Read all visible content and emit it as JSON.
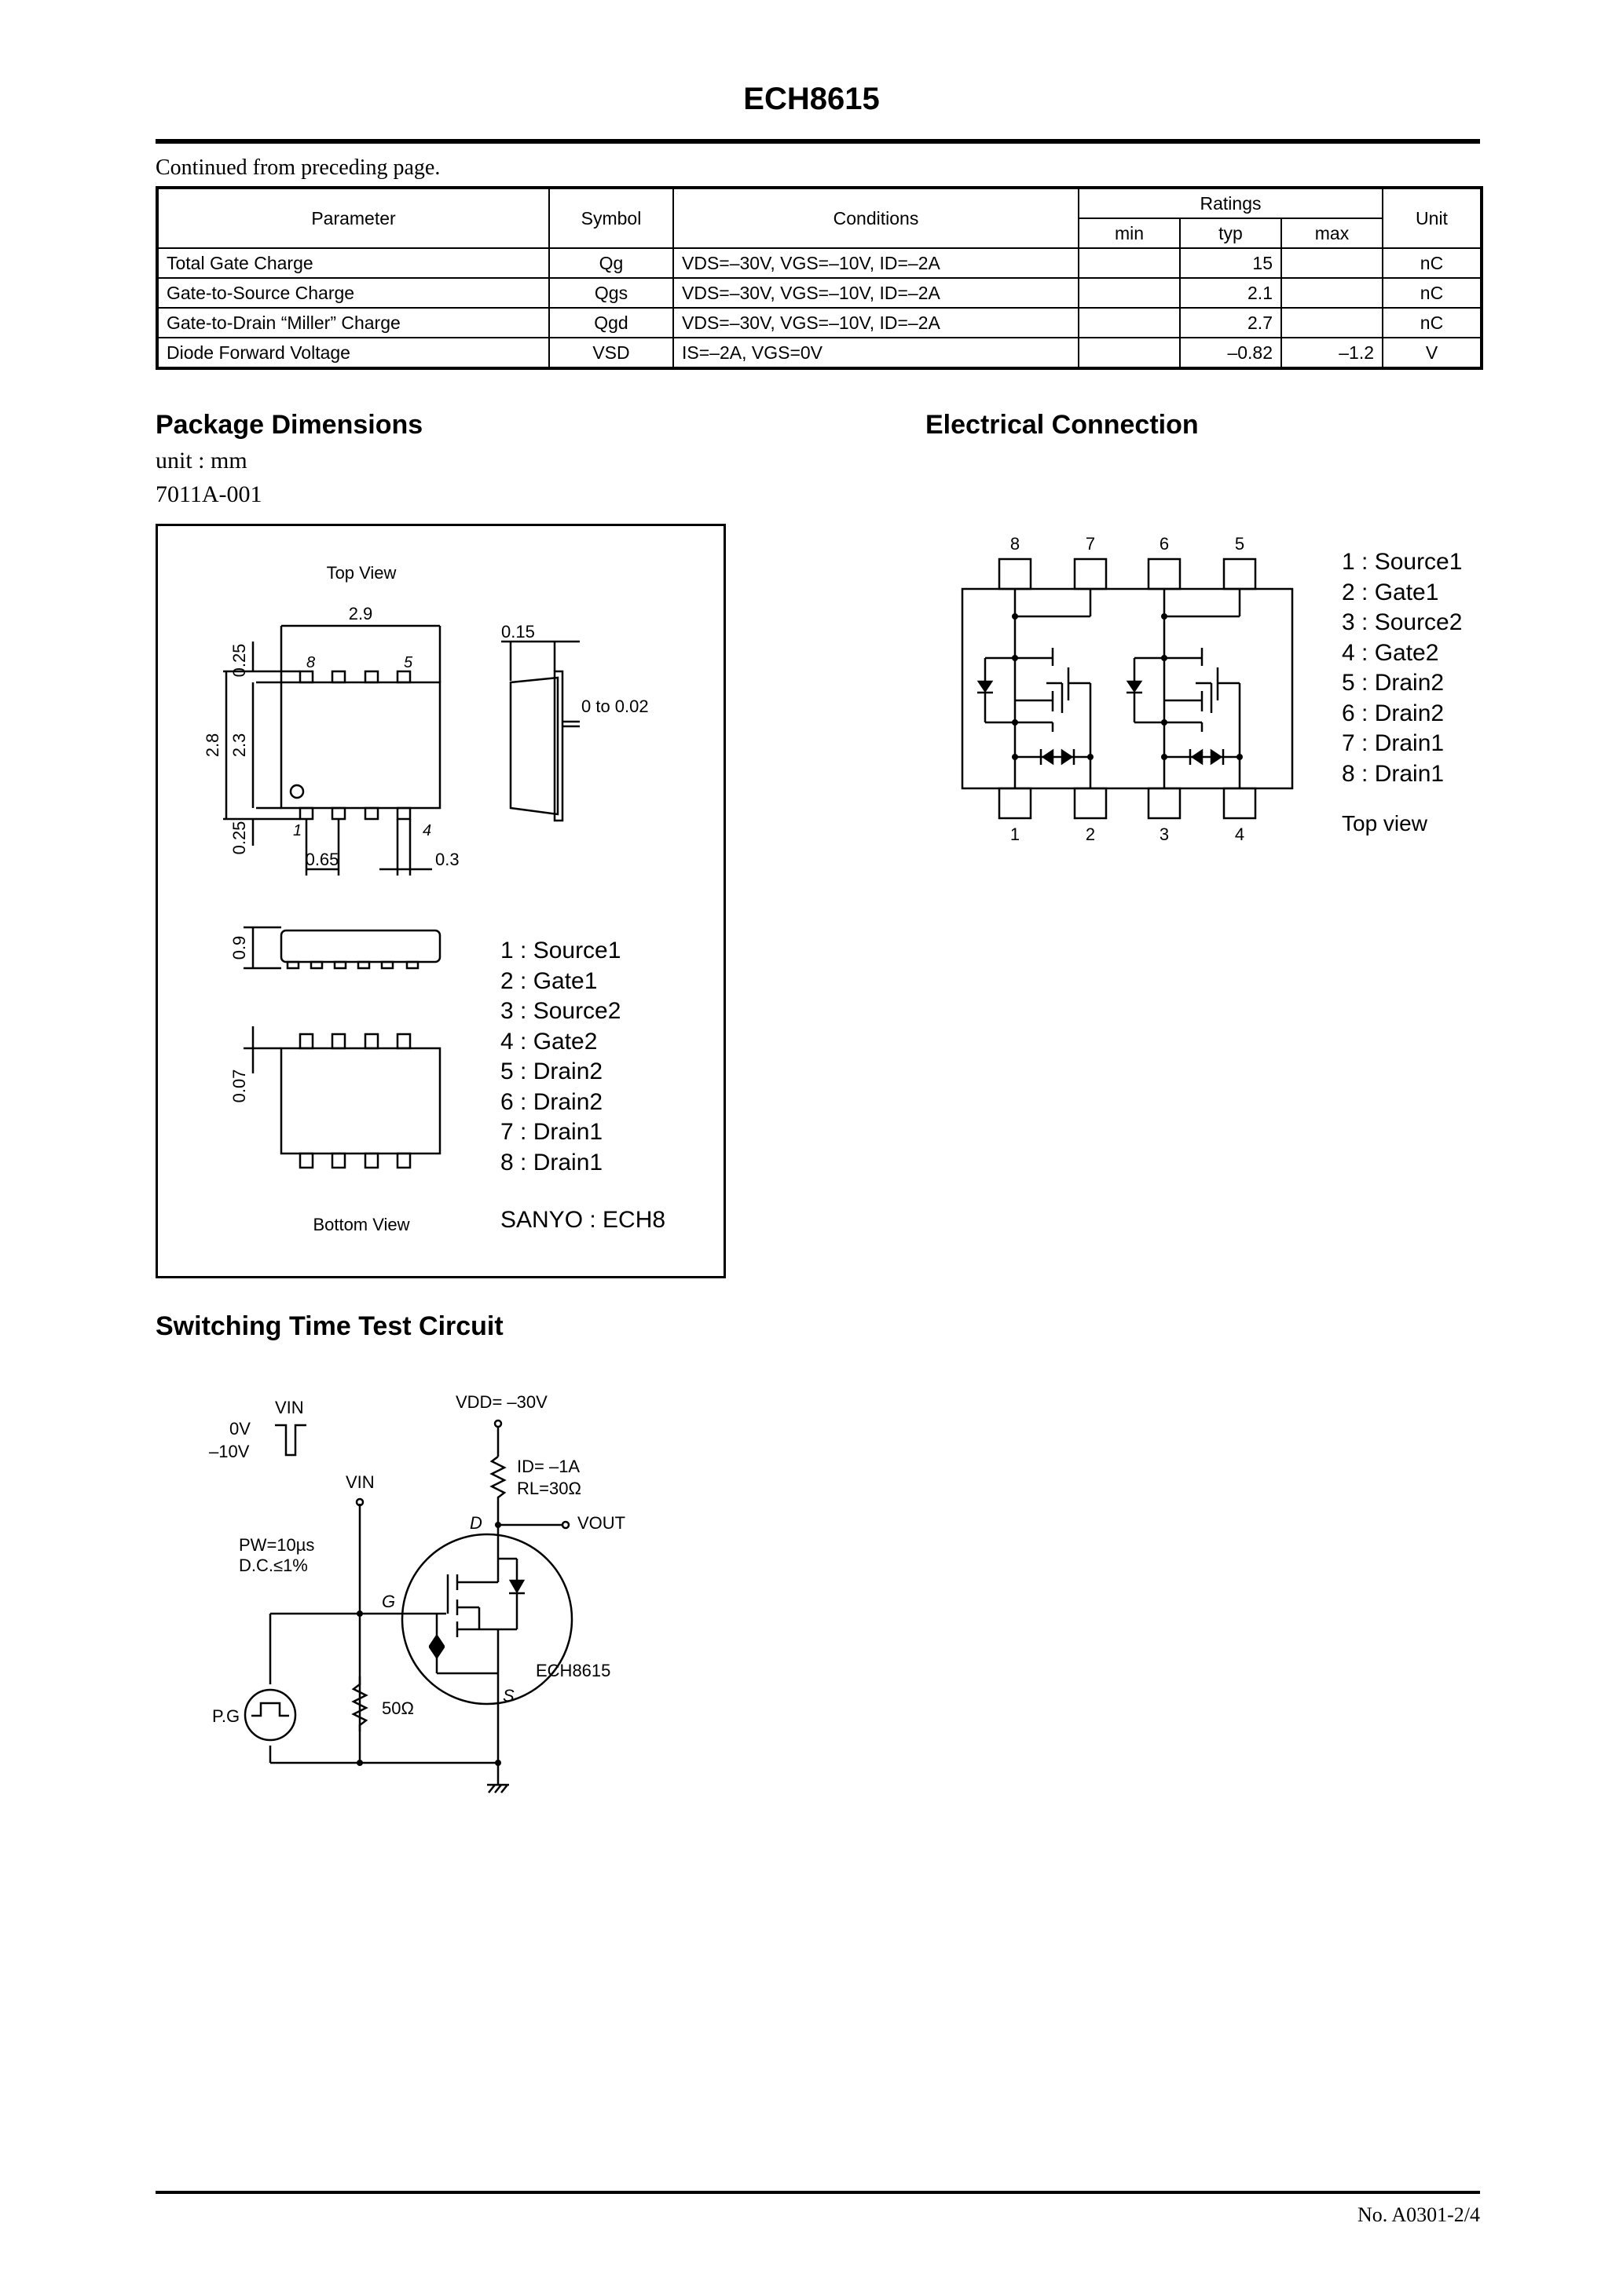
{
  "header": {
    "title": "ECH8615"
  },
  "continued_note": "Continued from preceding page.",
  "spec_table": {
    "headers": {
      "parameter": "Parameter",
      "symbol": "Symbol",
      "conditions": "Conditions",
      "ratings": "Ratings",
      "min": "min",
      "typ": "typ",
      "max": "max",
      "unit": "Unit"
    },
    "rows": [
      {
        "parameter": "Total Gate Charge",
        "symbol": "Qg",
        "conditions": "VDS=–30V, VGS=–10V, ID=–2A",
        "min": "",
        "typ": "15",
        "max": "",
        "unit": "nC"
      },
      {
        "parameter": "Gate-to-Source Charge",
        "symbol": "Qgs",
        "conditions": "VDS=–30V, VGS=–10V, ID=–2A",
        "min": "",
        "typ": "2.1",
        "max": "",
        "unit": "nC"
      },
      {
        "parameter": "Gate-to-Drain “Miller” Charge",
        "symbol": "Qgd",
        "conditions": "VDS=–30V, VGS=–10V, ID=–2A",
        "min": "",
        "typ": "2.7",
        "max": "",
        "unit": "nC"
      },
      {
        "parameter": "Diode Forward Voltage",
        "symbol": "VSD",
        "conditions": "IS=–2A, VGS=0V",
        "min": "",
        "typ": "–0.82",
        "max": "–1.2",
        "unit": "V"
      }
    ]
  },
  "package": {
    "heading": "Package Dimensions",
    "unit": "unit : mm",
    "code": "7011A-001",
    "top_view": "Top View",
    "bottom_view": "Bottom View",
    "dims": {
      "width": "2.9",
      "lead_top": "0.25",
      "height_total": "2.8",
      "height_body": "2.3",
      "lead_bottom": "0.25",
      "pitch": "0.65",
      "lead_width": "0.3",
      "side_thickness": "0.15",
      "standoff": "0 to 0.02",
      "body_thickness": "0.9",
      "bottom_thickness": "0.07"
    },
    "pin_label_8": "8",
    "pin_label_5": "5",
    "pin_label_1": "1",
    "pin_label_4": "4",
    "pins": [
      "1 : Source1",
      "2 : Gate1",
      "3 : Source2",
      "4 : Gate2",
      "5 : Drain2",
      "6 : Drain2",
      "7 : Drain1",
      "8 : Drain1"
    ],
    "maker": "SANYO : ECH8"
  },
  "electrical": {
    "heading": "Electrical Connection",
    "top_pins": [
      "8",
      "7",
      "6",
      "5"
    ],
    "bottom_pins": [
      "1",
      "2",
      "3",
      "4"
    ],
    "pins": [
      "1 : Source1",
      "2 : Gate1",
      "3 : Source2",
      "4 : Gate2",
      "5 : Drain2",
      "6 : Drain2",
      "7 : Drain1",
      "8 : Drain1"
    ],
    "view": "Top view"
  },
  "switching": {
    "heading": "Switching Time Test Circuit",
    "vin": "VIN",
    "vin2": "VIN",
    "v0": "0V",
    "v10": "–10V",
    "vdd": "VDD= –30V",
    "id": "ID= –1A",
    "rl": "RL=30Ω",
    "vout": "VOUT",
    "d": "D",
    "g": "G",
    "s": "S",
    "pw": "PW=10µs",
    "dc": "D.C.≤1%",
    "pg": "P.G",
    "r50": "50Ω",
    "device": "ECH8615"
  },
  "footer": {
    "doc_no": "No. A0301-2/4"
  }
}
